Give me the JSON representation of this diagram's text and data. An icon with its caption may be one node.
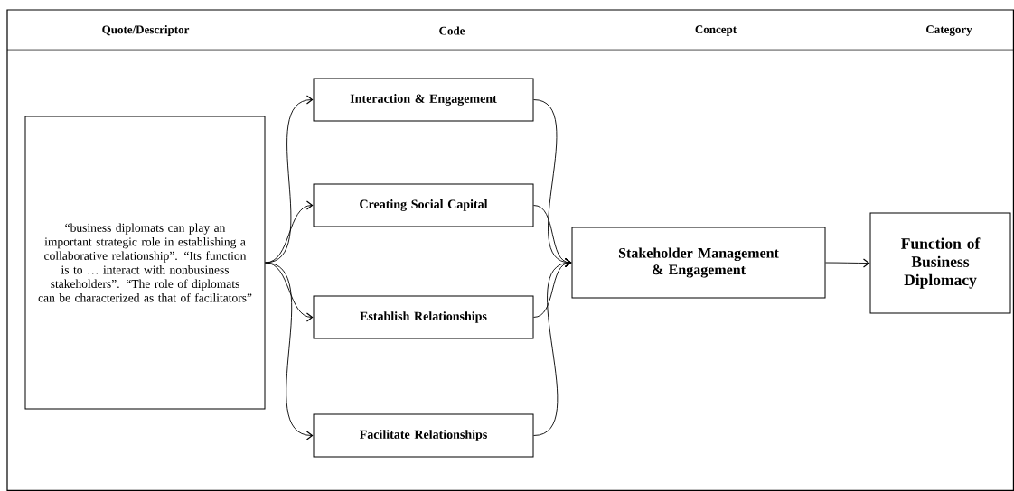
{
  "diagram": {
    "nodes": [
      {
        "text": [
          "“business diplomats can play an important strategic role in establishing a collaborative relationship”. “Its function is to … interact with nonbusiness stakeholders”. “The role of diplomats can be characterized as that of facilitators”"
        ]
      },
      {
        "text": [
          "Interaction & Engagement"
        ]
      },
      {
        "text": [
          "Creating Social Capital"
        ]
      },
      {
        "text": [
          "Establish Relationships"
        ]
      },
      {
        "text": [
          "Facilitate Relationships"
        ]
      },
      {
        "text": [
          "Stakeholder Management & Engagement"
        ]
      },
      {
        "text": [
          "Function of Business Diplomacy"
        ]
      }
    ],
    "edges": [
      {
        "from": 0,
        "to": 1,
        "arrow": "to"
      },
      {
        "from": 0,
        "to": 2,
        "arrow": "to"
      },
      {
        "from": 0,
        "to": 3,
        "arrow": "to"
      },
      {
        "from": 0,
        "to": 4,
        "arrow": "to"
      },
      {
        "from": 1,
        "to": 5,
        "arrow": "to"
      },
      {
        "from": 2,
        "to": 5,
        "arrow": "to"
      },
      {
        "from": 3,
        "to": 5,
        "arrow": "to"
      },
      {
        "from": 4,
        "to": 5,
        "arrow": "to"
      },
      {
        "from": 5,
        "to": 6,
        "arrow": "to"
      }
    ],
    "labels": [
      "Quote/Descriptor",
      "Code",
      "Concept",
      "Category"
    ]
  }
}
